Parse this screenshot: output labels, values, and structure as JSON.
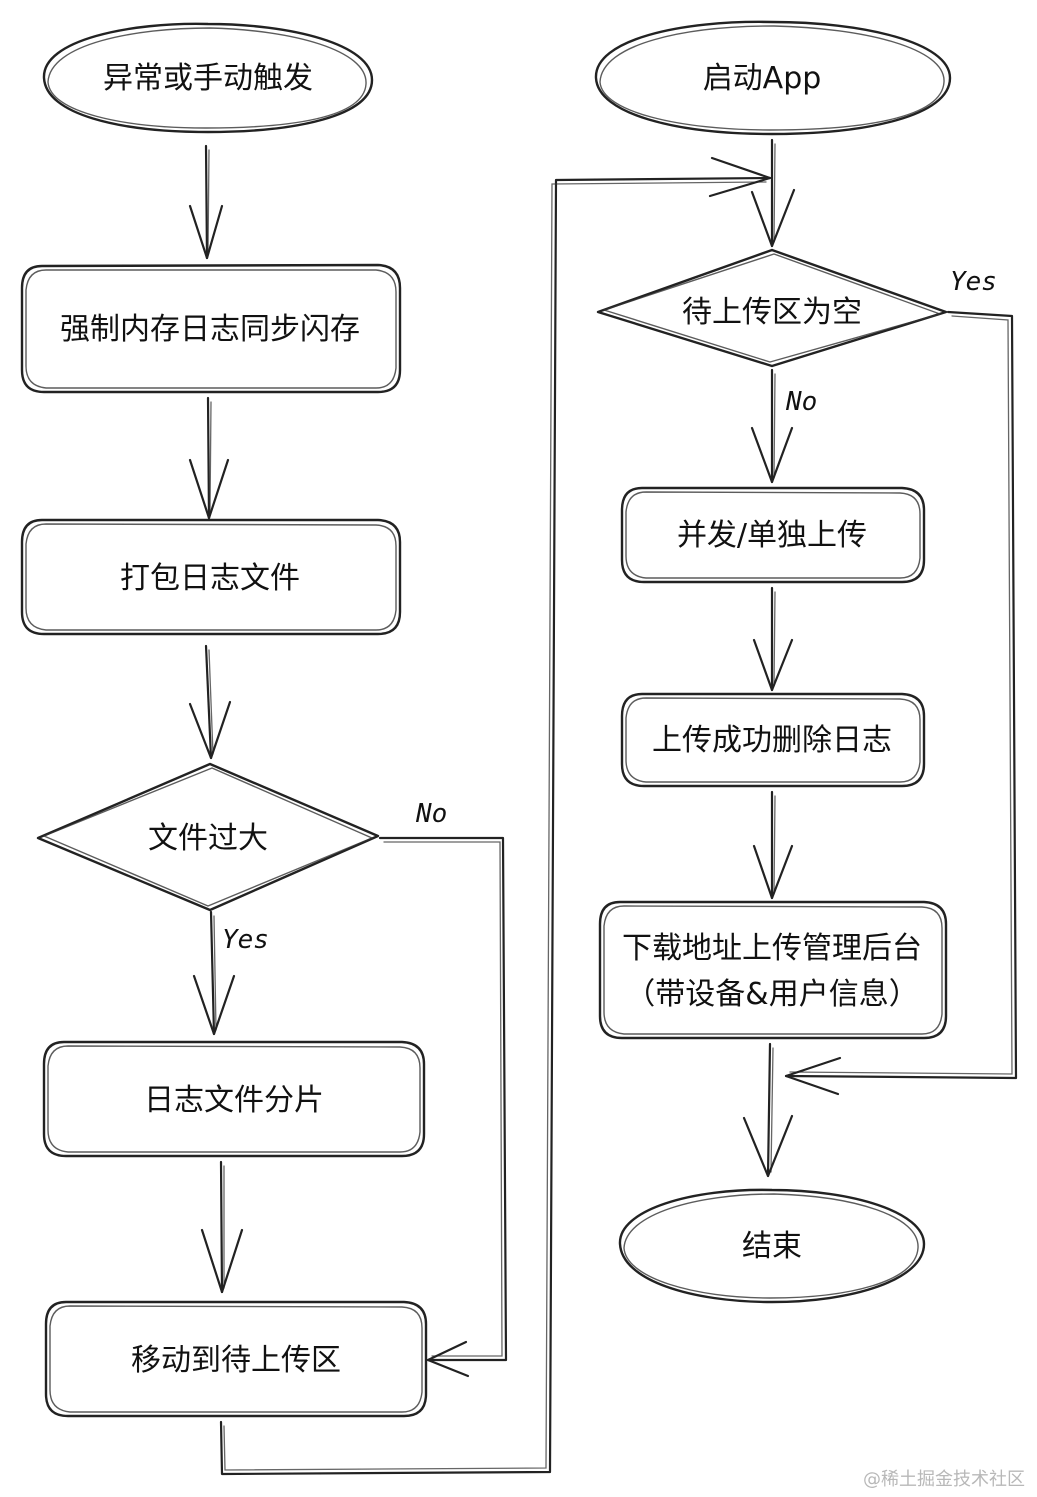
{
  "nodes": {
    "trigger": "异常或手动触发",
    "flush": "强制内存日志同步闪存",
    "pack": "打包日志文件",
    "too_big": "文件过大",
    "split": "日志文件分片",
    "move": "移动到待上传区",
    "start_app": "启动App",
    "queue_empty": "待上传区为空",
    "upload": "并发/单独上传",
    "delete": "上传成功删除日志",
    "report_line1": "下载地址上传管理后台",
    "report_line2": "（带设备&用户信息）",
    "end": "结束"
  },
  "labels": {
    "too_big_no": "No",
    "too_big_yes": "Yes",
    "queue_empty_yes": "Yes",
    "queue_empty_no": "No"
  },
  "watermark": "@稀土掘金技术社区"
}
